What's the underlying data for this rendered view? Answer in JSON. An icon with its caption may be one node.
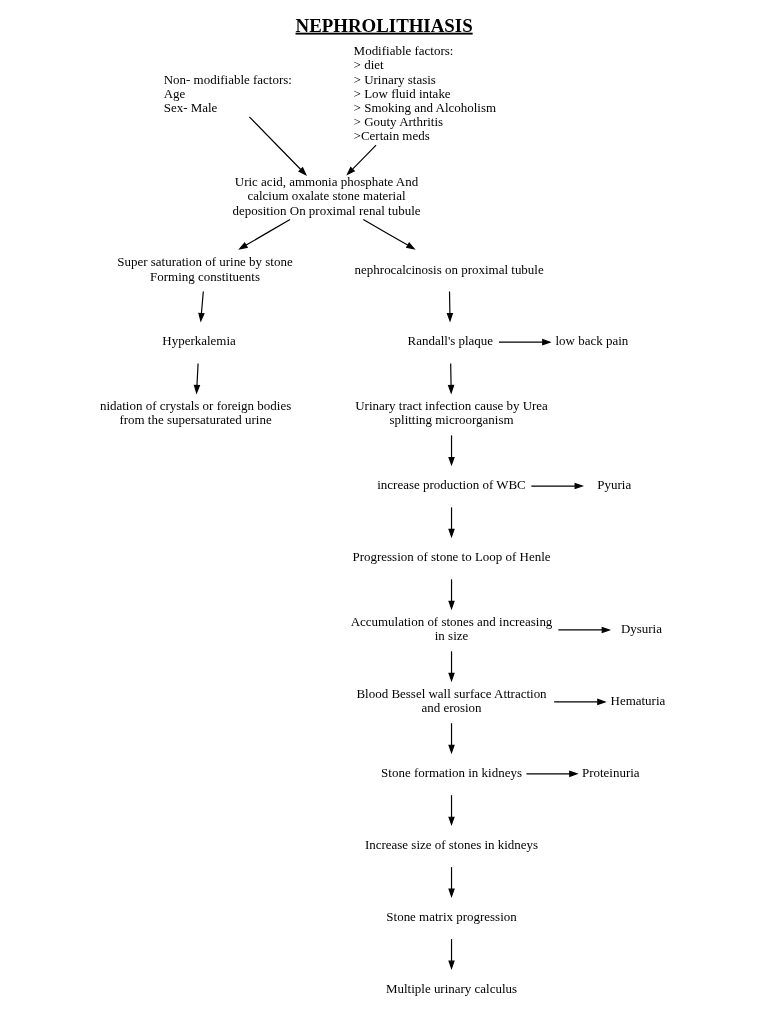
{
  "diagram": {
    "title": "NEPHROLITHIASIS",
    "nodes": [
      {
        "text": [
          "Non- modifiable factors:",
          "Age",
          "Sex- Male"
        ]
      },
      {
        "text": [
          "Modifiable factors:",
          "> diet",
          "> Urinary stasis",
          "> Low fluid intake",
          "> Smoking and Alcoholism",
          "> Gouty Arthritis",
          ">Certain meds"
        ]
      },
      {
        "text": [
          "Uric acid, ammonia phosphate And calcium oxalate stone material deposition On proximal renal tubule"
        ]
      },
      {
        "text": [
          "Super saturation of urine by stone Forming constituents"
        ]
      },
      {
        "text": [
          "nephrocalcinosis on proximal tubule"
        ]
      },
      {
        "text": [
          "Hyperkalemia"
        ]
      },
      {
        "text": [
          "nidation of crystals or foreign bodies from the supersaturated urine"
        ]
      },
      {
        "text": [
          "Randall's plaque"
        ]
      },
      {
        "text": [
          "low back pain"
        ]
      },
      {
        "text": [
          "Urinary tract infection cause by Urea splitting microorganism"
        ]
      },
      {
        "text": [
          "increase production of WBC"
        ]
      },
      {
        "text": [
          "Pyuria"
        ]
      },
      {
        "text": [
          "Progression of stone to Loop of Henle"
        ]
      },
      {
        "text": [
          "Accumulation of stones and increasing in size"
        ]
      },
      {
        "text": [
          "Dysuria"
        ]
      },
      {
        "text": [
          "Blood Bessel wall surface Attraction and erosion"
        ]
      },
      {
        "text": [
          "Hematuria"
        ]
      },
      {
        "text": [
          "Stone formation in kidneys"
        ]
      },
      {
        "text": [
          "Proteinuria"
        ]
      },
      {
        "text": [
          "Increase size of stones in kidneys"
        ]
      },
      {
        "text": [
          "Stone matrix progression"
        ]
      },
      {
        "text": [
          "Multiple urinary calculus"
        ]
      }
    ],
    "edges": [
      {
        "from": 0,
        "to": 2,
        "arrow": "to"
      },
      {
        "from": 1,
        "to": 2,
        "arrow": "to"
      },
      {
        "from": 2,
        "to": 3,
        "arrow": "to"
      },
      {
        "from": 2,
        "to": 4,
        "arrow": "to"
      },
      {
        "from": 3,
        "to": 5,
        "arrow": "to"
      },
      {
        "from": 5,
        "to": 6,
        "arrow": "to"
      },
      {
        "from": 4,
        "to": 7,
        "arrow": "to"
      },
      {
        "from": 7,
        "to": 8,
        "arrow": "to"
      },
      {
        "from": 7,
        "to": 9,
        "arrow": "to"
      },
      {
        "from": 9,
        "to": 10,
        "arrow": "to"
      },
      {
        "from": 10,
        "to": 11,
        "arrow": "to"
      },
      {
        "from": 10,
        "to": 12,
        "arrow": "to"
      },
      {
        "from": 12,
        "to": 13,
        "arrow": "to"
      },
      {
        "from": 13,
        "to": 14,
        "arrow": "to"
      },
      {
        "from": 13,
        "to": 15,
        "arrow": "to"
      },
      {
        "from": 15,
        "to": 16,
        "arrow": "to"
      },
      {
        "from": 15,
        "to": 17,
        "arrow": "to"
      },
      {
        "from": 17,
        "to": 18,
        "arrow": "to"
      },
      {
        "from": 17,
        "to": 19,
        "arrow": "to"
      },
      {
        "from": 19,
        "to": 20,
        "arrow": "to"
      },
      {
        "from": 20,
        "to": 21,
        "arrow": "to"
      }
    ]
  }
}
